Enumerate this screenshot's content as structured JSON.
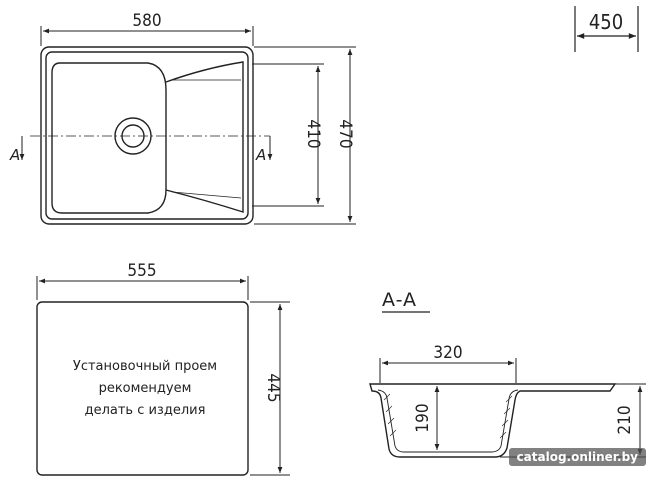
{
  "top_view": {
    "width_dim": "580",
    "inner_depth_dim": "410",
    "outer_depth_dim": "470",
    "section_marker_left": "A",
    "section_marker_right": "A"
  },
  "cabinet_badge": {
    "value": "450"
  },
  "cutout_view": {
    "width_dim": "555",
    "depth_dim": "445",
    "note_lines": [
      "Установочный проем",
      "рекомендуем",
      "делать с изделия"
    ]
  },
  "section_view": {
    "title": "A-A",
    "bowl_width_dim": "320",
    "bowl_depth_dim": "190",
    "total_depth_dim": "210"
  },
  "watermark": {
    "text": "catalog.onliner.by"
  },
  "colors": {
    "line": "#222222",
    "background": "#ffffff"
  }
}
